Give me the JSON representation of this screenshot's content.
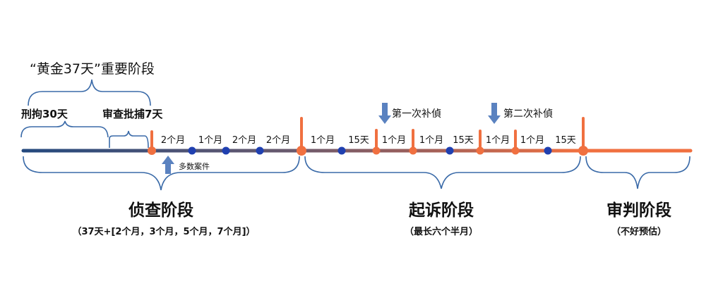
{
  "title": "“黄金37天”重要阶段",
  "detention_label": "刑拘30天",
  "review_label": "审查批捕7天",
  "most_cases_label": "多数案件",
  "supplement_1": "第一次补偵",
  "supplement_2": "第二次补偵",
  "segments_investigation": [
    "2个月",
    "1个月",
    "2个月",
    "2个月"
  ],
  "segments_prosecution": [
    "1个月",
    "15天",
    "1个月",
    "1个月",
    "15天",
    "1个月",
    "1个月",
    "15天"
  ],
  "stages": [
    {
      "name": "侦查阶段",
      "note": "（37天+[2个月，3个月，5个月，7个月]）"
    },
    {
      "name": "起诉阶段",
      "note": "（最长六个半月）"
    },
    {
      "name": "审判阶段",
      "note": "（不好预估）"
    }
  ],
  "colors": {
    "orange": "#f07040",
    "blue_dot": "#2040b0",
    "brace": "#3a6aa8",
    "arrow": "#5a82c0",
    "line_start": "#2a4a7f"
  }
}
